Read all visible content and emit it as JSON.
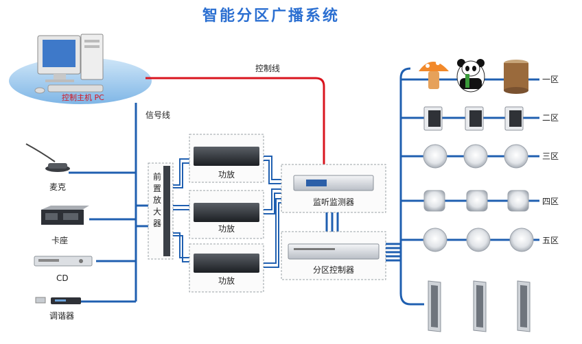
{
  "title": "智能分区广播系统",
  "control_line_label": "控制线",
  "signal_line_label": "信号线",
  "pc_label": "控制主机 PC",
  "sources": [
    {
      "label": "麦克",
      "icon": "microphone-icon"
    },
    {
      "label": "卡座",
      "icon": "cassette-deck-icon"
    },
    {
      "label": "CD",
      "icon": "cd-player-icon"
    },
    {
      "label": "调谐器",
      "icon": "tuner-icon"
    }
  ],
  "preamp_label": "前置放大器",
  "amplifiers": [
    {
      "label": "功放"
    },
    {
      "label": "功放"
    },
    {
      "label": "功放"
    }
  ],
  "monitor_label": "监听监测器",
  "zone_controller_label": "分区控制器",
  "zones": [
    {
      "label": "一区",
      "speaker_icons": [
        "mushroom-speaker-icon",
        "panda-speaker-icon",
        "stump-speaker-icon"
      ]
    },
    {
      "label": "二区",
      "speaker_icons": [
        "wall-speaker-icon",
        "wall-speaker-icon",
        "wall-speaker-icon"
      ]
    },
    {
      "label": "三区",
      "speaker_icons": [
        "ceiling-speaker-icon",
        "ceiling-speaker-icon",
        "ceiling-speaker-icon"
      ]
    },
    {
      "label": "四区",
      "speaker_icons": [
        "surface-speaker-icon",
        "surface-speaker-icon",
        "surface-speaker-icon"
      ]
    },
    {
      "label": "五区",
      "speaker_icons": [
        "ceiling-speaker-icon",
        "ceiling-speaker-icon",
        "ceiling-speaker-icon"
      ]
    },
    {
      "label": "",
      "speaker_icons": [
        "column-speaker-icon",
        "column-speaker-icon",
        "column-speaker-icon"
      ]
    }
  ],
  "colors": {
    "signal_line": "#1f5fb0",
    "control_line": "#d9141e",
    "title": "#2b6fd1",
    "pc_label": "#d4141e"
  }
}
